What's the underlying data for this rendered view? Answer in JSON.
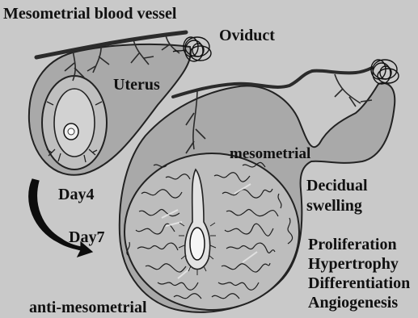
{
  "labels": {
    "vessel": "Mesometrial blood vessel",
    "oviduct": "Oviduct",
    "uterus": "Uterus",
    "mesometrial": "mesometrial",
    "day4": "Day4",
    "day7": "Day7",
    "decidual_line1": "Decidual",
    "decidual_line2": "swelling",
    "processes": [
      "Proliferation",
      "Hypertrophy",
      "Differentiation",
      "Angiogenesis"
    ],
    "anti_mesometrial": "anti-mesometrial"
  },
  "colors": {
    "background": "#c9c9c9",
    "uterus_fill": "#a9a9a9",
    "decidua_fill": "#bdbdbd",
    "vessel": "#2b2b2b",
    "arrow": "#0d0d0d"
  }
}
